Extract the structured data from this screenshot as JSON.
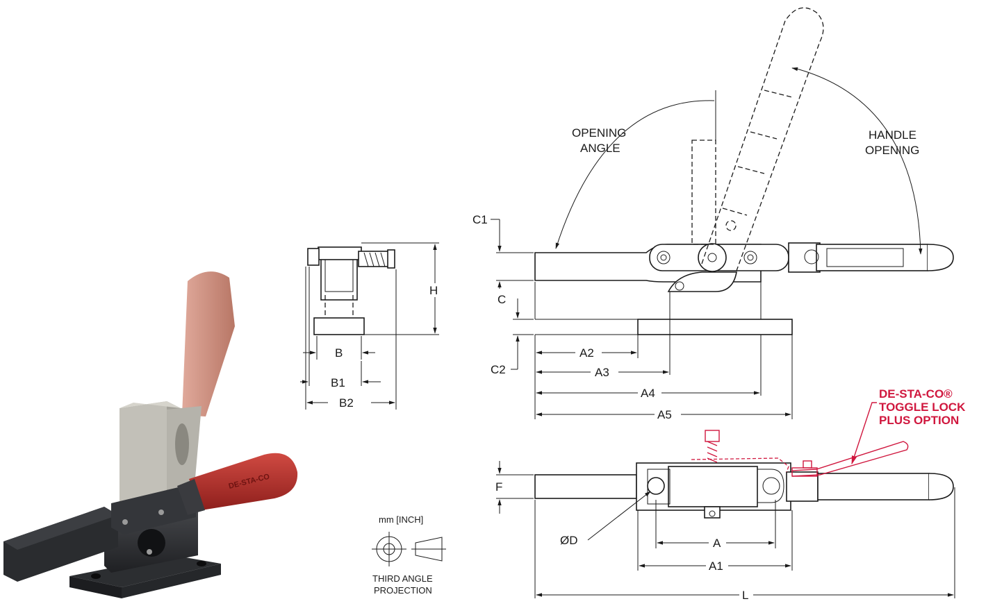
{
  "labels": {
    "opening_angle_1": "OPENING",
    "opening_angle_2": "ANGLE",
    "handle_opening_1": "HANDLE",
    "handle_opening_2": "OPENING",
    "c1": "C1",
    "c": "C",
    "c2": "C2",
    "h": "H",
    "b": "B",
    "b1": "B1",
    "b2": "B2",
    "a": "A",
    "a1": "A1",
    "a2": "A2",
    "a3": "A3",
    "a4": "A4",
    "a5": "A5",
    "f": "F",
    "d": "ØD",
    "l": "L",
    "units": "mm [INCH]",
    "projection_1": "THIRD ANGLE",
    "projection_2": "PROJECTION",
    "option_1": "DE-STA-CO®",
    "option_2": "TOGGLE LOCK",
    "option_3": "PLUS OPTION"
  },
  "colors": {
    "accent_red": "#d0173e",
    "handle_red": "#b8322e",
    "handle_pink": "#c98a7d",
    "body_dark": "#2b2d30",
    "ghost_grey": "#b8b6ae"
  }
}
